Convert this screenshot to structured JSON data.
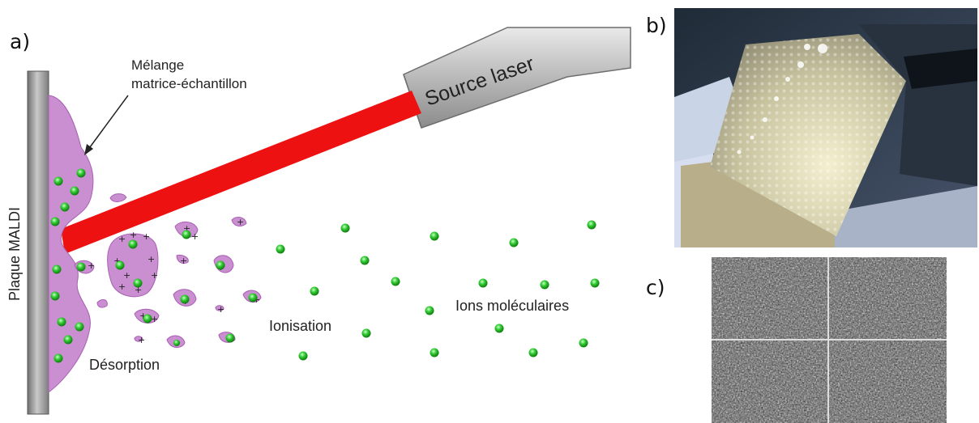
{
  "panel_labels": {
    "a": "a)",
    "b": "b)",
    "c": "c)"
  },
  "diagram": {
    "plate_label": "Plaque MALDI",
    "mix_label_line1": "Mélange",
    "mix_label_line2": "matrice-échantillon",
    "laser_label": "Source laser",
    "desorption_label": "Désorption",
    "ionisation_label": "Ionisation",
    "ions_label": "Ions moléculaires"
  },
  "colors": {
    "matrix": "#c98fd0",
    "matrix_edge": "#a95fb3",
    "laser": "#ee1111",
    "ion": "#2fbf2f",
    "plate": "#9a9a9a"
  }
}
